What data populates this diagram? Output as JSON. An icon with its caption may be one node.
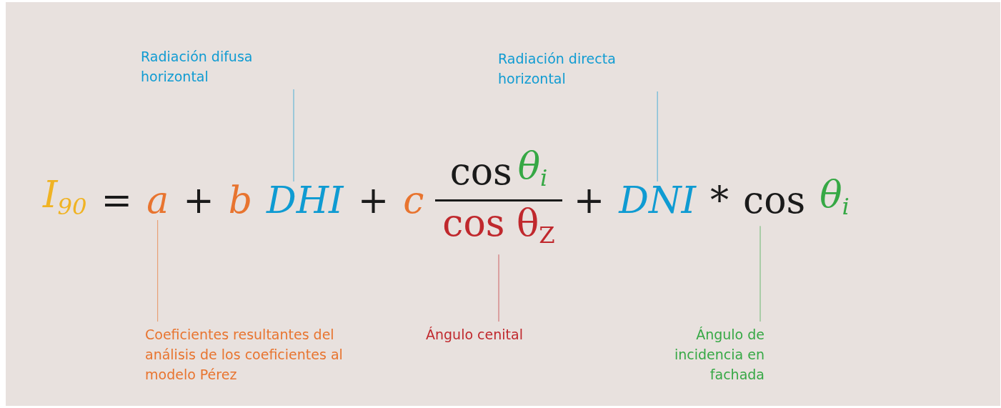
{
  "diagram": {
    "nodes": [
      {
        "text": [
          "Radiación difusa horizontal"
        ]
      },
      {
        "text": [
          "Radiación directa horizontal"
        ]
      },
      {
        "text": [
          "a"
        ]
      },
      {
        "text": [
          "DHI"
        ]
      },
      {
        "text": [
          "cos θ$_{Z}$"
        ]
      },
      {
        "text": [
          "DNI"
        ]
      },
      {
        "text": [
          "θ$_{i}$"
        ]
      },
      {
        "text": [
          "Coeficientes resultantes del análisis de los coeficientes al modelo Pérez"
        ]
      },
      {
        "text": [
          "Ángulo cenital"
        ]
      },
      {
        "text": [
          "Ángulo de incidencia en fachada"
        ]
      }
    ],
    "edges": [
      {
        "from": 0,
        "to": 3,
        "arrow": "none",
        "color": "#0f9bd2"
      },
      {
        "from": 1,
        "to": 5,
        "arrow": "none",
        "color": "#0f9bd2"
      },
      {
        "from": 7,
        "to": 2,
        "arrow": "none",
        "color": "#e8742f"
      },
      {
        "from": 8,
        "to": 4,
        "arrow": "none",
        "color": "#c0282d"
      },
      {
        "from": 9,
        "to": 6,
        "arrow": "none",
        "color": "#36a845"
      }
    ],
    "labels": [
      "I$_{90}$",
      "=",
      "+",
      "b",
      "+",
      "c",
      "cos",
      "θ$_{i}$",
      "+",
      "*",
      "cos"
    ]
  }
}
